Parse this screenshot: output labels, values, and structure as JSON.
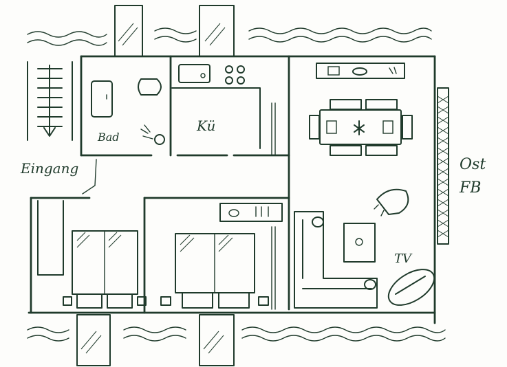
{
  "labels": {
    "bath": "Bad",
    "kitchen": "Kü",
    "entrance": "Eingang",
    "east": "Ost",
    "window_side": "FB",
    "tv": "TV"
  },
  "colors": {
    "ink": "#1f3a2b",
    "paper": "#fdfdfb"
  }
}
